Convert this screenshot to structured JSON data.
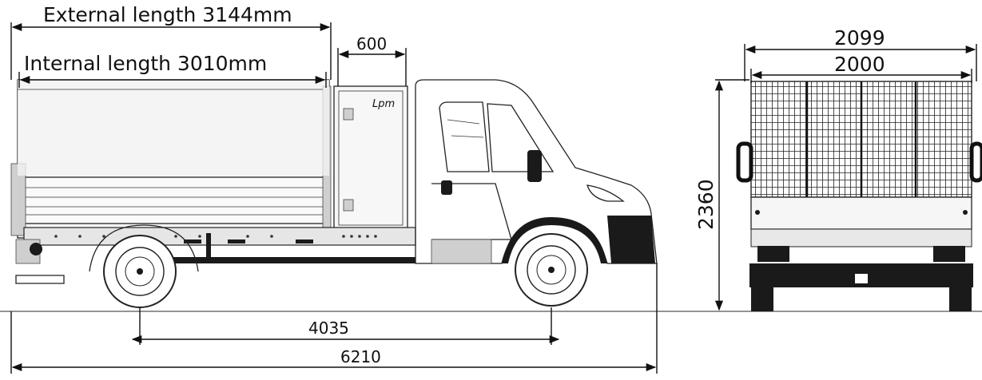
{
  "dimensions": {
    "external_length": "External length 3144mm",
    "internal_length": "Internal length 3010mm",
    "toolbox_length": "600",
    "wheelbase": "4035",
    "overall_length": "6210",
    "overall_height": "2360",
    "external_width": "2099",
    "internal_width": "2000"
  },
  "logo_text": "Lpm"
}
